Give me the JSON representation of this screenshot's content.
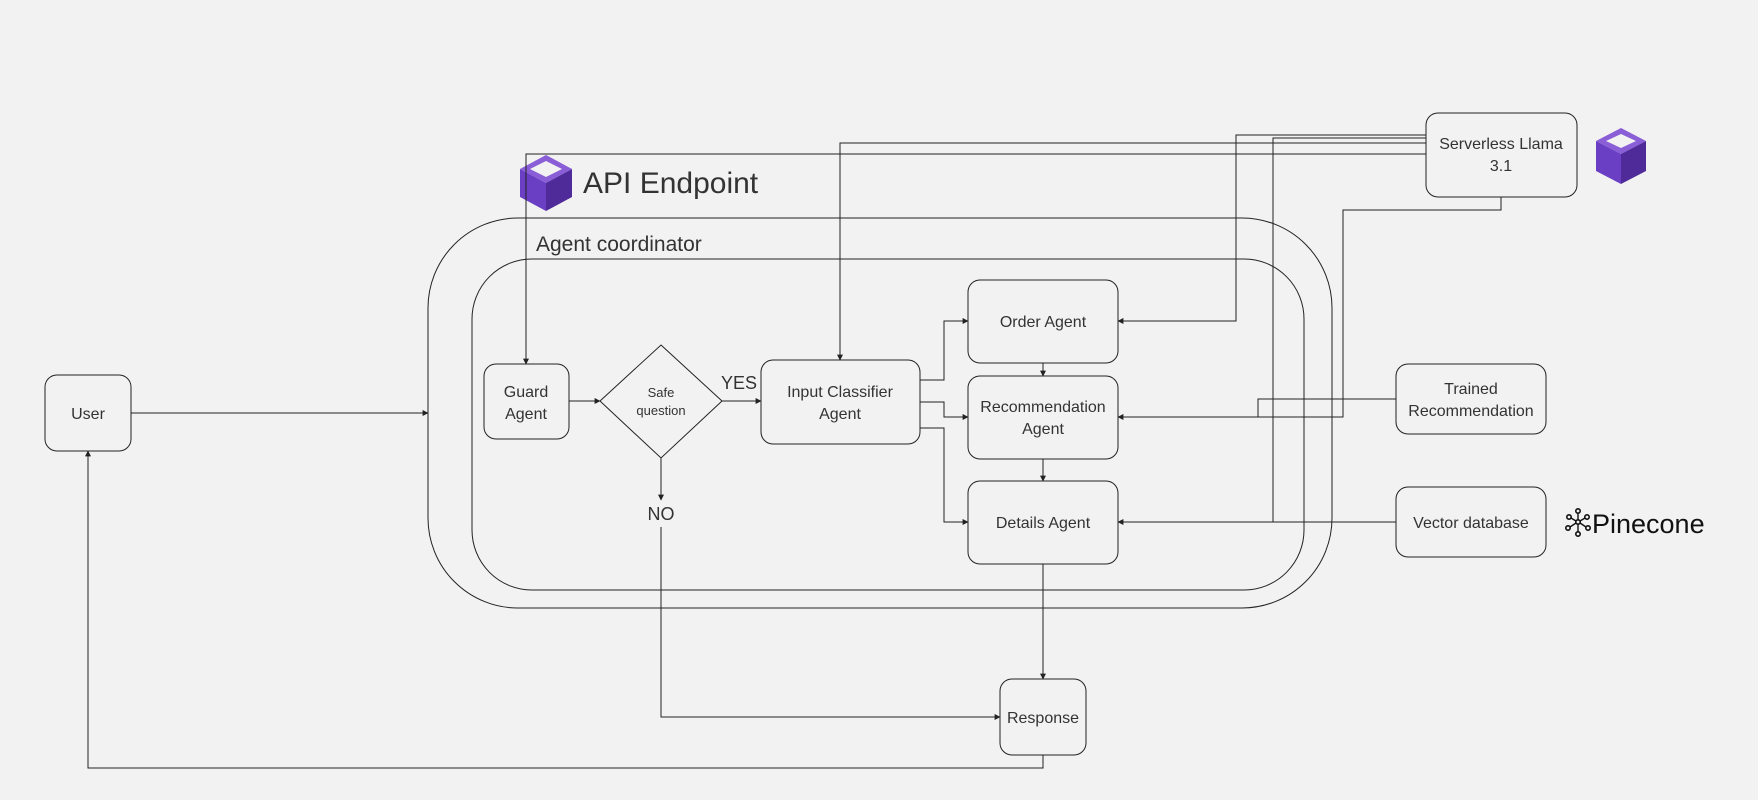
{
  "colors": {
    "background": "#f2f2f2",
    "stroke": "#222222",
    "text": "#333333",
    "modal_purple": "#6b3fc4",
    "modal_purple_dark": "#4f2a99",
    "modal_purple_light": "#8a5ed6"
  },
  "containers": {
    "api_endpoint_label": "API Endpoint",
    "agent_coordinator_label": "Agent coordinator"
  },
  "nodes": {
    "user": "User",
    "guard_agent": [
      "Guard",
      "Agent"
    ],
    "safe_question": [
      "Safe",
      "question"
    ],
    "input_classifier": [
      "Input Classifier",
      "Agent"
    ],
    "order_agent": "Order Agent",
    "recommendation_agent": [
      "Recommendation",
      "Agent"
    ],
    "details_agent": "Details Agent",
    "response": "Response",
    "serverless_llama": [
      "Serverless Llama",
      "3.1"
    ],
    "trained_recommendation": [
      "Trained",
      "Recommendation"
    ],
    "vector_database": "Vector database"
  },
  "edge_labels": {
    "yes": "YES",
    "no": "NO"
  },
  "logos": {
    "modal_icon": "modal-cube-icon",
    "pinecone_icon": "pinecone-icon",
    "pinecone_text": "Pinecone"
  }
}
